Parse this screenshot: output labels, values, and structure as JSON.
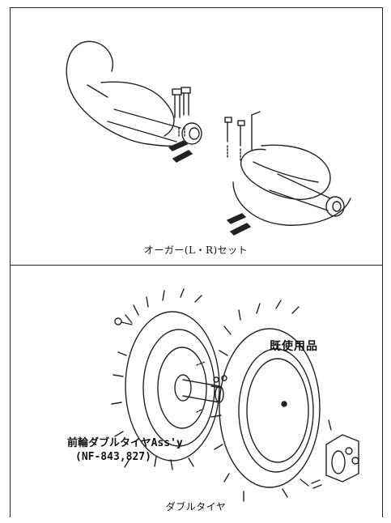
{
  "panels": {
    "top": {
      "caption": "オーガー(L・R)セット"
    },
    "bottom": {
      "caption": "ダブルタイヤ",
      "used_label": "既使用品",
      "front_label_line1": "前輪ダブルタイヤAss'y",
      "front_label_line2": "(NF-843,827)"
    }
  }
}
